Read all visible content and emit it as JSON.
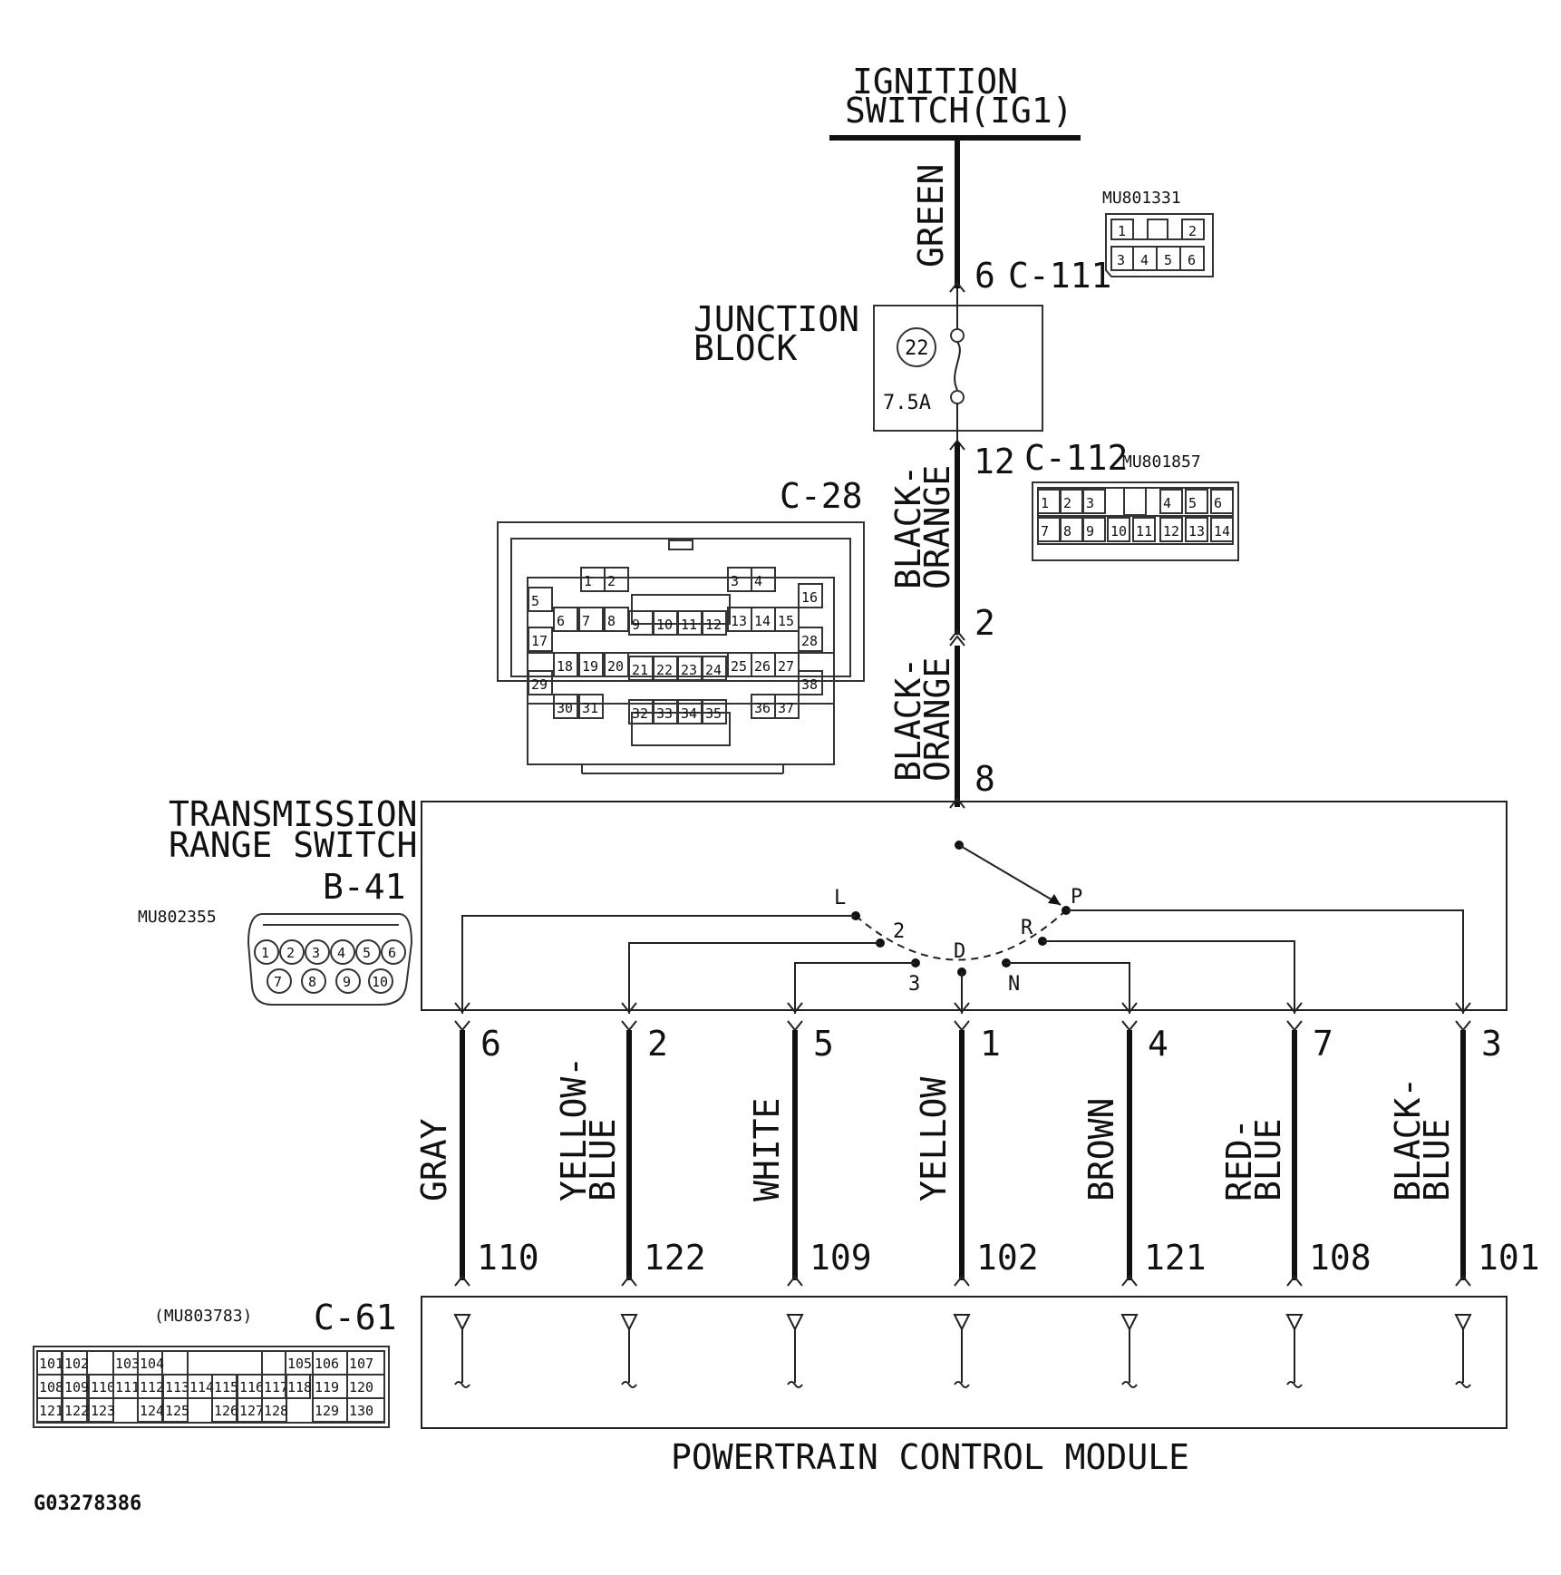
{
  "ignition": {
    "line1": "IGNITION",
    "line2": "SWITCH(IG1)"
  },
  "junction_block": {
    "line1": "JUNCTION",
    "line2": "BLOCK",
    "fuse_number": "22",
    "fuse_rating": "7.5A"
  },
  "connectors": {
    "c111": {
      "pin": "6",
      "name": "C-111",
      "part": "MU801331",
      "cells": [
        "1",
        "2",
        "3",
        "4",
        "5",
        "6"
      ]
    },
    "c112": {
      "pin": "12",
      "name": "C-112",
      "part": "MU801857",
      "cells": [
        "1",
        "2",
        "3",
        "4",
        "5",
        "6",
        "7",
        "8",
        "9",
        "10",
        "11",
        "12",
        "13",
        "14"
      ]
    },
    "c28": {
      "name": "C-28",
      "pin_in": "2",
      "pin_out": "8",
      "cells": [
        "1",
        "2",
        "3",
        "4",
        "5",
        "6",
        "7",
        "8",
        "9",
        "10",
        "11",
        "12",
        "13",
        "14",
        "15",
        "16",
        "17",
        "18",
        "19",
        "20",
        "21",
        "22",
        "23",
        "24",
        "25",
        "26",
        "27",
        "28",
        "29",
        "30",
        "31",
        "32",
        "33",
        "34",
        "35",
        "36",
        "37",
        "38"
      ]
    },
    "b41": {
      "name": "B-41",
      "part": "MU802355",
      "cells": [
        "1",
        "2",
        "3",
        "4",
        "5",
        "6",
        "7",
        "8",
        "9",
        "10"
      ]
    },
    "c61": {
      "name": "C-61",
      "part": "(MU803783)",
      "cells": [
        "101",
        "102",
        "103",
        "104",
        "105",
        "106",
        "107",
        "108",
        "109",
        "110",
        "111",
        "112",
        "113",
        "114",
        "115",
        "116",
        "117",
        "118",
        "119",
        "120",
        "121",
        "122",
        "123",
        "124",
        "125",
        "126",
        "127",
        "128",
        "129",
        "130"
      ]
    }
  },
  "wires": {
    "top": "GREEN",
    "mid1_a": "BLACK-",
    "mid1_b": "ORANGE",
    "mid2_a": "BLACK-",
    "mid2_b": "ORANGE"
  },
  "range_switch": {
    "line1": "TRANSMISSION",
    "line2": "RANGE SWITCH",
    "positions": [
      "L",
      "2",
      "3",
      "D",
      "N",
      "R",
      "P"
    ]
  },
  "outputs": [
    {
      "pin": "6",
      "color1": "GRAY",
      "color2": "",
      "pcm": "110"
    },
    {
      "pin": "2",
      "color1": "YELLOW-",
      "color2": "BLUE",
      "pcm": "122"
    },
    {
      "pin": "5",
      "color1": "WHITE",
      "color2": "",
      "pcm": "109"
    },
    {
      "pin": "1",
      "color1": "YELLOW",
      "color2": "",
      "pcm": "102"
    },
    {
      "pin": "4",
      "color1": "BROWN",
      "color2": "",
      "pcm": "121"
    },
    {
      "pin": "7",
      "color1": "RED-",
      "color2": "BLUE",
      "pcm": "108"
    },
    {
      "pin": "3",
      "color1": "BLACK-",
      "color2": "BLUE",
      "pcm": "101"
    }
  ],
  "pcm": {
    "title": "POWERTRAIN CONTROL MODULE"
  },
  "figure_id": "G03278386"
}
